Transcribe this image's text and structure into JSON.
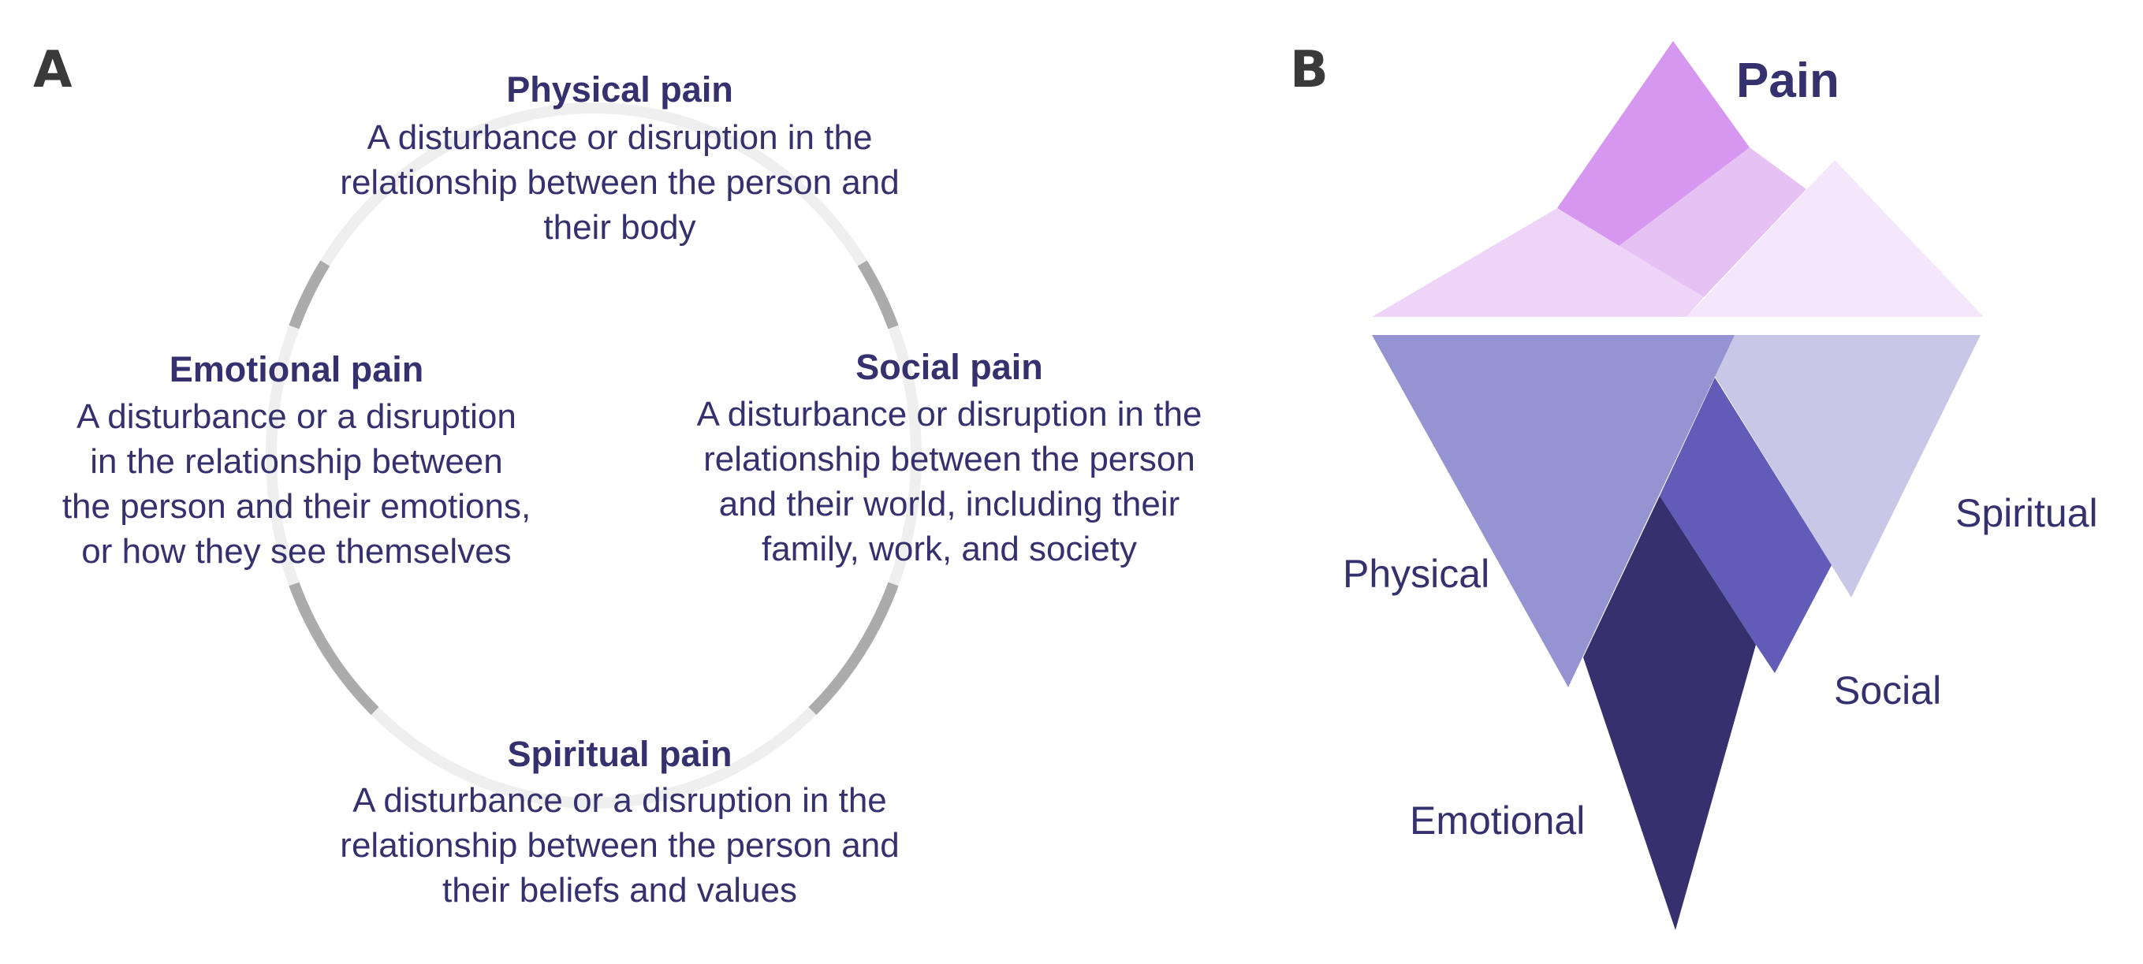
{
  "panel_a": {
    "label": "A",
    "ring": {
      "light_color": "#efefef",
      "dark_color": "#ababab"
    },
    "blocks": [
      {
        "key": "physical",
        "title": "Physical pain",
        "lines": [
          "A disturbance or disruption in the",
          "relationship between the person and",
          "their body"
        ]
      },
      {
        "key": "emotional",
        "title": "Emotional pain",
        "lines": [
          "A disturbance or a disruption",
          "in the relationship between",
          "the person and their emotions,",
          "or how they see themselves"
        ]
      },
      {
        "key": "social",
        "title": "Social pain",
        "lines": [
          "A disturbance or disruption in the",
          "relationship between the person",
          "and their world, including their",
          "family, work, and society"
        ]
      },
      {
        "key": "spiritual",
        "title": "Spiritual pain",
        "lines": [
          "A disturbance or a disruption in the",
          "relationship between the person and",
          "their beliefs and values"
        ]
      }
    ],
    "text_color": "#35316e"
  },
  "panel_b": {
    "label": "B",
    "title": "Pain",
    "labels": {
      "physical": "Physical",
      "spiritual": "Spiritual",
      "social": "Social",
      "emotional": "Emotional"
    },
    "colors": {
      "tip_peak": "#d597ef",
      "tip_mid": "#e6c1f4",
      "tip_left": "#eed5f8",
      "tip_right": "#f5e7fb",
      "physical": "#9593d1",
      "spiritual": "#c8c7e7",
      "social": "#625cb9",
      "emotional": "#36316e"
    }
  }
}
